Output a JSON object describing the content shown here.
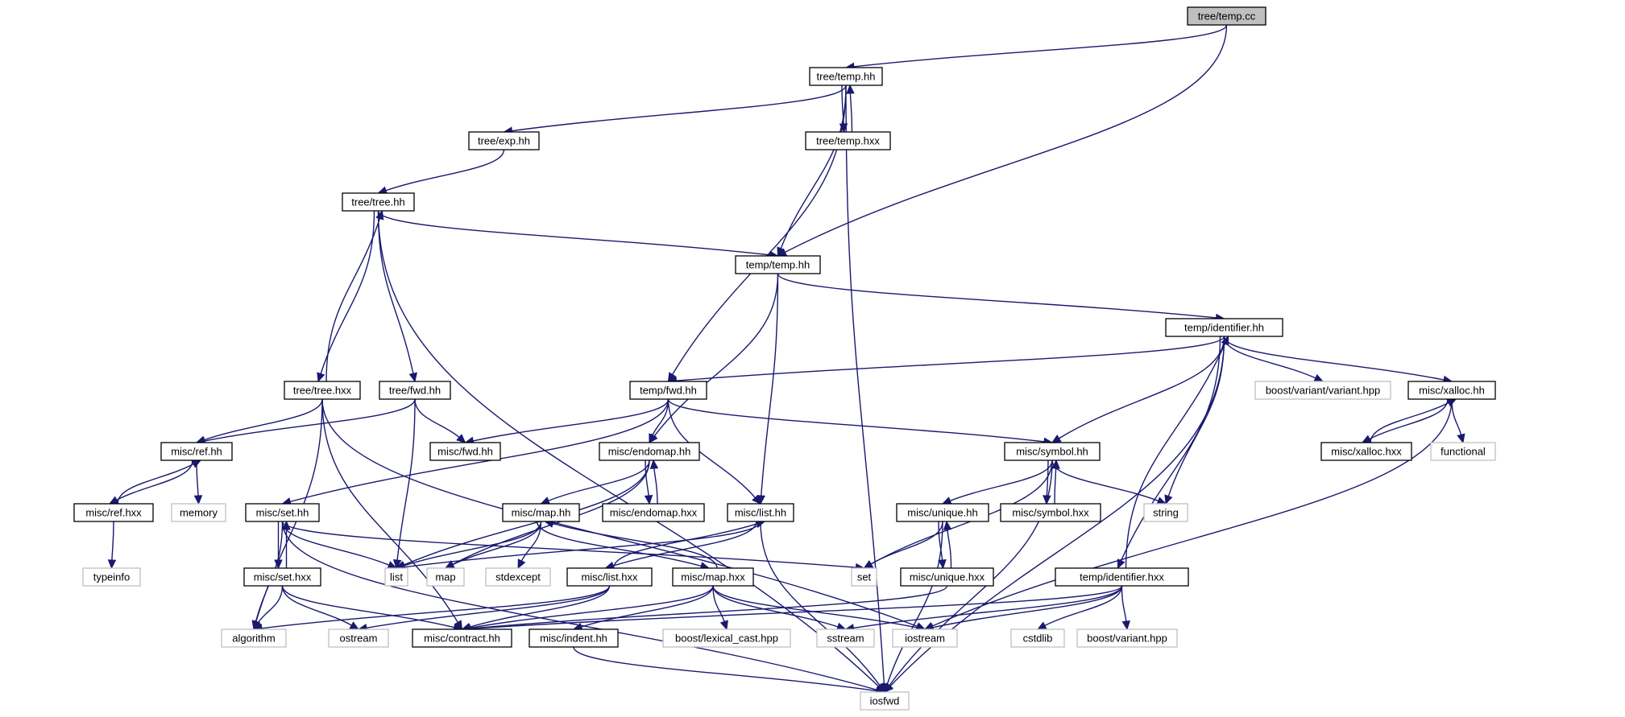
{
  "colors": {
    "edge": "#191970",
    "root_fill": "#bfbfbf",
    "external_border": "#bfbfbf",
    "internal_border": "#000000"
  },
  "graph": {
    "nodes": [
      {
        "id": "tree_temp_cc",
        "label": "tree/temp.cc",
        "kind": "root"
      },
      {
        "id": "tree_temp_hh",
        "label": "tree/temp.hh",
        "kind": "internal"
      },
      {
        "id": "tree_exp_hh",
        "label": "tree/exp.hh",
        "kind": "internal"
      },
      {
        "id": "tree_temp_hxx",
        "label": "tree/temp.hxx",
        "kind": "internal"
      },
      {
        "id": "tree_tree_hh",
        "label": "tree/tree.hh",
        "kind": "internal"
      },
      {
        "id": "temp_temp_hh",
        "label": "temp/temp.hh",
        "kind": "internal"
      },
      {
        "id": "temp_identifier_hh",
        "label": "temp/identifier.hh",
        "kind": "internal"
      },
      {
        "id": "tree_tree_hxx",
        "label": "tree/tree.hxx",
        "kind": "internal"
      },
      {
        "id": "tree_fwd_hh",
        "label": "tree/fwd.hh",
        "kind": "internal"
      },
      {
        "id": "temp_fwd_hh",
        "label": "temp/fwd.hh",
        "kind": "internal"
      },
      {
        "id": "boost_variant_variant_hpp",
        "label": "boost/variant/variant.hpp",
        "kind": "external"
      },
      {
        "id": "misc_xalloc_hh",
        "label": "misc/xalloc.hh",
        "kind": "internal"
      },
      {
        "id": "misc_ref_hh",
        "label": "misc/ref.hh",
        "kind": "internal"
      },
      {
        "id": "misc_fwd_hh",
        "label": "misc/fwd.hh",
        "kind": "internal"
      },
      {
        "id": "misc_endomap_hh",
        "label": "misc/endomap.hh",
        "kind": "internal"
      },
      {
        "id": "misc_symbol_hh",
        "label": "misc/symbol.hh",
        "kind": "internal"
      },
      {
        "id": "misc_xalloc_hxx",
        "label": "misc/xalloc.hxx",
        "kind": "internal"
      },
      {
        "id": "functional",
        "label": "functional",
        "kind": "external"
      },
      {
        "id": "misc_ref_hxx",
        "label": "misc/ref.hxx",
        "kind": "internal"
      },
      {
        "id": "memory",
        "label": "memory",
        "kind": "external"
      },
      {
        "id": "misc_set_hh",
        "label": "misc/set.hh",
        "kind": "internal"
      },
      {
        "id": "misc_map_hh",
        "label": "misc/map.hh",
        "kind": "internal"
      },
      {
        "id": "misc_endomap_hxx",
        "label": "misc/endomap.hxx",
        "kind": "internal"
      },
      {
        "id": "misc_list_hh",
        "label": "misc/list.hh",
        "kind": "internal"
      },
      {
        "id": "misc_unique_hh",
        "label": "misc/unique.hh",
        "kind": "internal"
      },
      {
        "id": "misc_symbol_hxx",
        "label": "misc/symbol.hxx",
        "kind": "internal"
      },
      {
        "id": "string",
        "label": "string",
        "kind": "external"
      },
      {
        "id": "typeinfo",
        "label": "typeinfo",
        "kind": "external"
      },
      {
        "id": "list",
        "label": "list",
        "kind": "external"
      },
      {
        "id": "map",
        "label": "map",
        "kind": "external"
      },
      {
        "id": "stdexcept",
        "label": "stdexcept",
        "kind": "external"
      },
      {
        "id": "set",
        "label": "set",
        "kind": "external"
      },
      {
        "id": "misc_set_hxx",
        "label": "misc/set.hxx",
        "kind": "internal"
      },
      {
        "id": "misc_list_hxx",
        "label": "misc/list.hxx",
        "kind": "internal"
      },
      {
        "id": "misc_map_hxx",
        "label": "misc/map.hxx",
        "kind": "internal"
      },
      {
        "id": "misc_unique_hxx",
        "label": "misc/unique.hxx",
        "kind": "internal"
      },
      {
        "id": "temp_identifier_hxx",
        "label": "temp/identifier.hxx",
        "kind": "internal"
      },
      {
        "id": "algorithm",
        "label": "algorithm",
        "kind": "external"
      },
      {
        "id": "ostream",
        "label": "ostream",
        "kind": "external"
      },
      {
        "id": "misc_contract_hh",
        "label": "misc/contract.hh",
        "kind": "internal"
      },
      {
        "id": "misc_indent_hh",
        "label": "misc/indent.hh",
        "kind": "internal"
      },
      {
        "id": "boost_lexical_cast_hpp",
        "label": "boost/lexical_cast.hpp",
        "kind": "external"
      },
      {
        "id": "sstream",
        "label": "sstream",
        "kind": "external"
      },
      {
        "id": "iostream",
        "label": "iostream",
        "kind": "external"
      },
      {
        "id": "cstdlib",
        "label": "cstdlib",
        "kind": "external"
      },
      {
        "id": "boost_variant_hpp",
        "label": "boost/variant.hpp",
        "kind": "external"
      },
      {
        "id": "iosfwd",
        "label": "iosfwd",
        "kind": "external"
      }
    ],
    "edges": [
      [
        "tree_temp_cc",
        "tree_temp_hh"
      ],
      [
        "tree_temp_cc",
        "temp_temp_hh"
      ],
      [
        "tree_temp_hh",
        "tree_exp_hh"
      ],
      [
        "tree_temp_hh",
        "tree_temp_hxx"
      ],
      [
        "tree_temp_hh",
        "temp_temp_hh"
      ],
      [
        "tree_temp_hh",
        "temp_fwd_hh"
      ],
      [
        "tree_temp_hh",
        "iosfwd"
      ],
      [
        "tree_temp_hxx",
        "tree_temp_hh"
      ],
      [
        "tree_exp_hh",
        "tree_tree_hh"
      ],
      [
        "tree_tree_hh",
        "temp_temp_hh"
      ],
      [
        "tree_tree_hh",
        "tree_tree_hxx"
      ],
      [
        "tree_tree_hh",
        "tree_fwd_hh"
      ],
      [
        "tree_tree_hh",
        "iosfwd"
      ],
      [
        "tree_tree_hxx",
        "tree_tree_hh"
      ],
      [
        "tree_tree_hxx",
        "misc_ref_hh"
      ],
      [
        "tree_tree_hxx",
        "algorithm"
      ],
      [
        "tree_tree_hxx",
        "misc_contract_hh"
      ],
      [
        "tree_tree_hxx",
        "iostream"
      ],
      [
        "tree_fwd_hh",
        "misc_ref_hh"
      ],
      [
        "tree_fwd_hh",
        "misc_fwd_hh"
      ],
      [
        "tree_fwd_hh",
        "list"
      ],
      [
        "temp_temp_hh",
        "temp_identifier_hh"
      ],
      [
        "temp_temp_hh",
        "misc_endomap_hh"
      ],
      [
        "temp_temp_hh",
        "misc_list_hh"
      ],
      [
        "temp_identifier_hh",
        "temp_fwd_hh"
      ],
      [
        "temp_identifier_hh",
        "boost_variant_variant_hpp"
      ],
      [
        "temp_identifier_hh",
        "misc_xalloc_hh"
      ],
      [
        "temp_identifier_hh",
        "misc_symbol_hh"
      ],
      [
        "temp_identifier_hh",
        "string"
      ],
      [
        "temp_identifier_hh",
        "temp_identifier_hxx"
      ],
      [
        "temp_identifier_hh",
        "iosfwd"
      ],
      [
        "temp_identifier_hxx",
        "temp_identifier_hh"
      ],
      [
        "temp_identifier_hxx",
        "misc_contract_hh"
      ],
      [
        "temp_identifier_hxx",
        "sstream"
      ],
      [
        "temp_identifier_hxx",
        "iostream"
      ],
      [
        "temp_identifier_hxx",
        "cstdlib"
      ],
      [
        "temp_identifier_hxx",
        "boost_variant_hpp"
      ],
      [
        "temp_fwd_hh",
        "misc_fwd_hh"
      ],
      [
        "temp_fwd_hh",
        "misc_endomap_hh"
      ],
      [
        "temp_fwd_hh",
        "misc_set_hh"
      ],
      [
        "temp_fwd_hh",
        "misc_list_hh"
      ],
      [
        "temp_fwd_hh",
        "misc_symbol_hh"
      ],
      [
        "misc_xalloc_hh",
        "misc_xalloc_hxx"
      ],
      [
        "misc_xalloc_hh",
        "functional"
      ],
      [
        "misc_xalloc_hh",
        "iostream"
      ],
      [
        "misc_xalloc_hxx",
        "misc_xalloc_hh"
      ],
      [
        "misc_ref_hh",
        "misc_ref_hxx"
      ],
      [
        "misc_ref_hh",
        "memory"
      ],
      [
        "misc_ref_hxx",
        "misc_ref_hh"
      ],
      [
        "misc_ref_hxx",
        "typeinfo"
      ],
      [
        "misc_endomap_hh",
        "misc_map_hh"
      ],
      [
        "misc_endomap_hh",
        "misc_endomap_hxx"
      ],
      [
        "misc_endomap_hh",
        "list"
      ],
      [
        "misc_endomap_hh",
        "map"
      ],
      [
        "misc_endomap_hxx",
        "misc_endomap_hh"
      ],
      [
        "misc_symbol_hh",
        "misc_unique_hh"
      ],
      [
        "misc_symbol_hh",
        "misc_symbol_hxx"
      ],
      [
        "misc_symbol_hh",
        "set"
      ],
      [
        "misc_symbol_hh",
        "string"
      ],
      [
        "misc_symbol_hh",
        "iosfwd"
      ],
      [
        "misc_symbol_hxx",
        "misc_symbol_hh"
      ],
      [
        "misc_unique_hh",
        "misc_unique_hxx"
      ],
      [
        "misc_unique_hh",
        "set"
      ],
      [
        "misc_unique_hh",
        "iosfwd"
      ],
      [
        "misc_unique_hxx",
        "misc_unique_hh"
      ],
      [
        "misc_unique_hxx",
        "misc_contract_hh"
      ],
      [
        "misc_set_hh",
        "misc_set_hxx"
      ],
      [
        "misc_set_hh",
        "list"
      ],
      [
        "misc_set_hh",
        "set"
      ],
      [
        "misc_set_hh",
        "algorithm"
      ],
      [
        "misc_set_hh",
        "iosfwd"
      ],
      [
        "misc_set_hxx",
        "misc_set_hh"
      ],
      [
        "misc_set_hxx",
        "algorithm"
      ],
      [
        "misc_set_hxx",
        "ostream"
      ],
      [
        "misc_set_hxx",
        "misc_contract_hh"
      ],
      [
        "misc_map_hh",
        "misc_map_hxx"
      ],
      [
        "misc_map_hh",
        "list"
      ],
      [
        "misc_map_hh",
        "map"
      ],
      [
        "misc_map_hh",
        "stdexcept"
      ],
      [
        "misc_map_hxx",
        "misc_map_hh"
      ],
      [
        "misc_map_hxx",
        "misc_contract_hh"
      ],
      [
        "misc_map_hxx",
        "misc_indent_hh"
      ],
      [
        "misc_map_hxx",
        "boost_lexical_cast_hpp"
      ],
      [
        "misc_map_hxx",
        "sstream"
      ],
      [
        "misc_map_hxx",
        "iostream"
      ],
      [
        "misc_list_hh",
        "misc_list_hxx"
      ],
      [
        "misc_list_hh",
        "list"
      ],
      [
        "misc_list_hh",
        "iosfwd"
      ],
      [
        "misc_list_hxx",
        "misc_list_hh"
      ],
      [
        "misc_list_hxx",
        "misc_contract_hh"
      ],
      [
        "misc_list_hxx",
        "algorithm"
      ],
      [
        "misc_list_hxx",
        "ostream"
      ],
      [
        "misc_indent_hh",
        "iosfwd"
      ]
    ]
  }
}
